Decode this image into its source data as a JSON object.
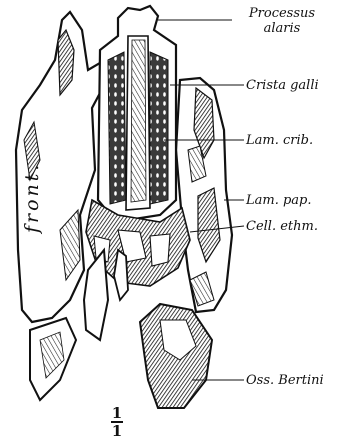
{
  "labels": {
    "processus_alaris_1": "Processus",
    "processus_alaris_2": "alaris",
    "crista_galli": "Crista galli",
    "lam_crib": "Lam. crib.",
    "lam_pap": "Lam. pap.",
    "cell_ethm": "Cell. ethm.",
    "oss_bertini": "Oss. Bertini",
    "front": "front."
  },
  "scale": {
    "numerator": "1",
    "denominator": "1"
  }
}
